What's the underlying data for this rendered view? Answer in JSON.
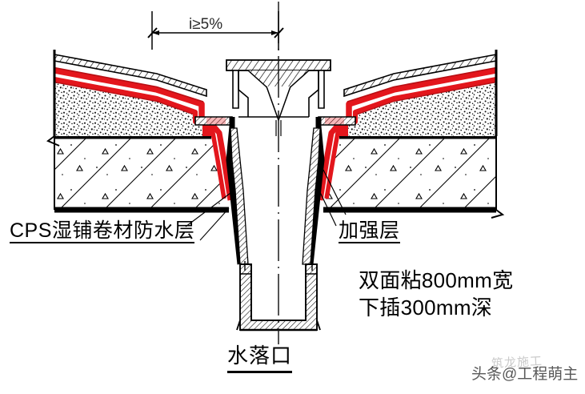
{
  "drawing": {
    "title": "水落口",
    "type": "roof-drain-waterproofing-section-detail",
    "slope_dimension": "i≥5%"
  },
  "labels": {
    "waterproof_layer": "CPS湿铺卷材防水层",
    "reinforcement_layer": "加强层",
    "note_width": "双面粘800mm宽",
    "note_depth": "下插300mm深"
  },
  "watermark": {
    "main": "头条@工程萌主",
    "ghost": "筑龙施工"
  },
  "colors": {
    "membrane_red": "#e3161c",
    "membrane_red_dark": "#b80f14",
    "outline_black": "#000000",
    "concrete_fill": "#ffffff",
    "background": "#ffffff"
  }
}
